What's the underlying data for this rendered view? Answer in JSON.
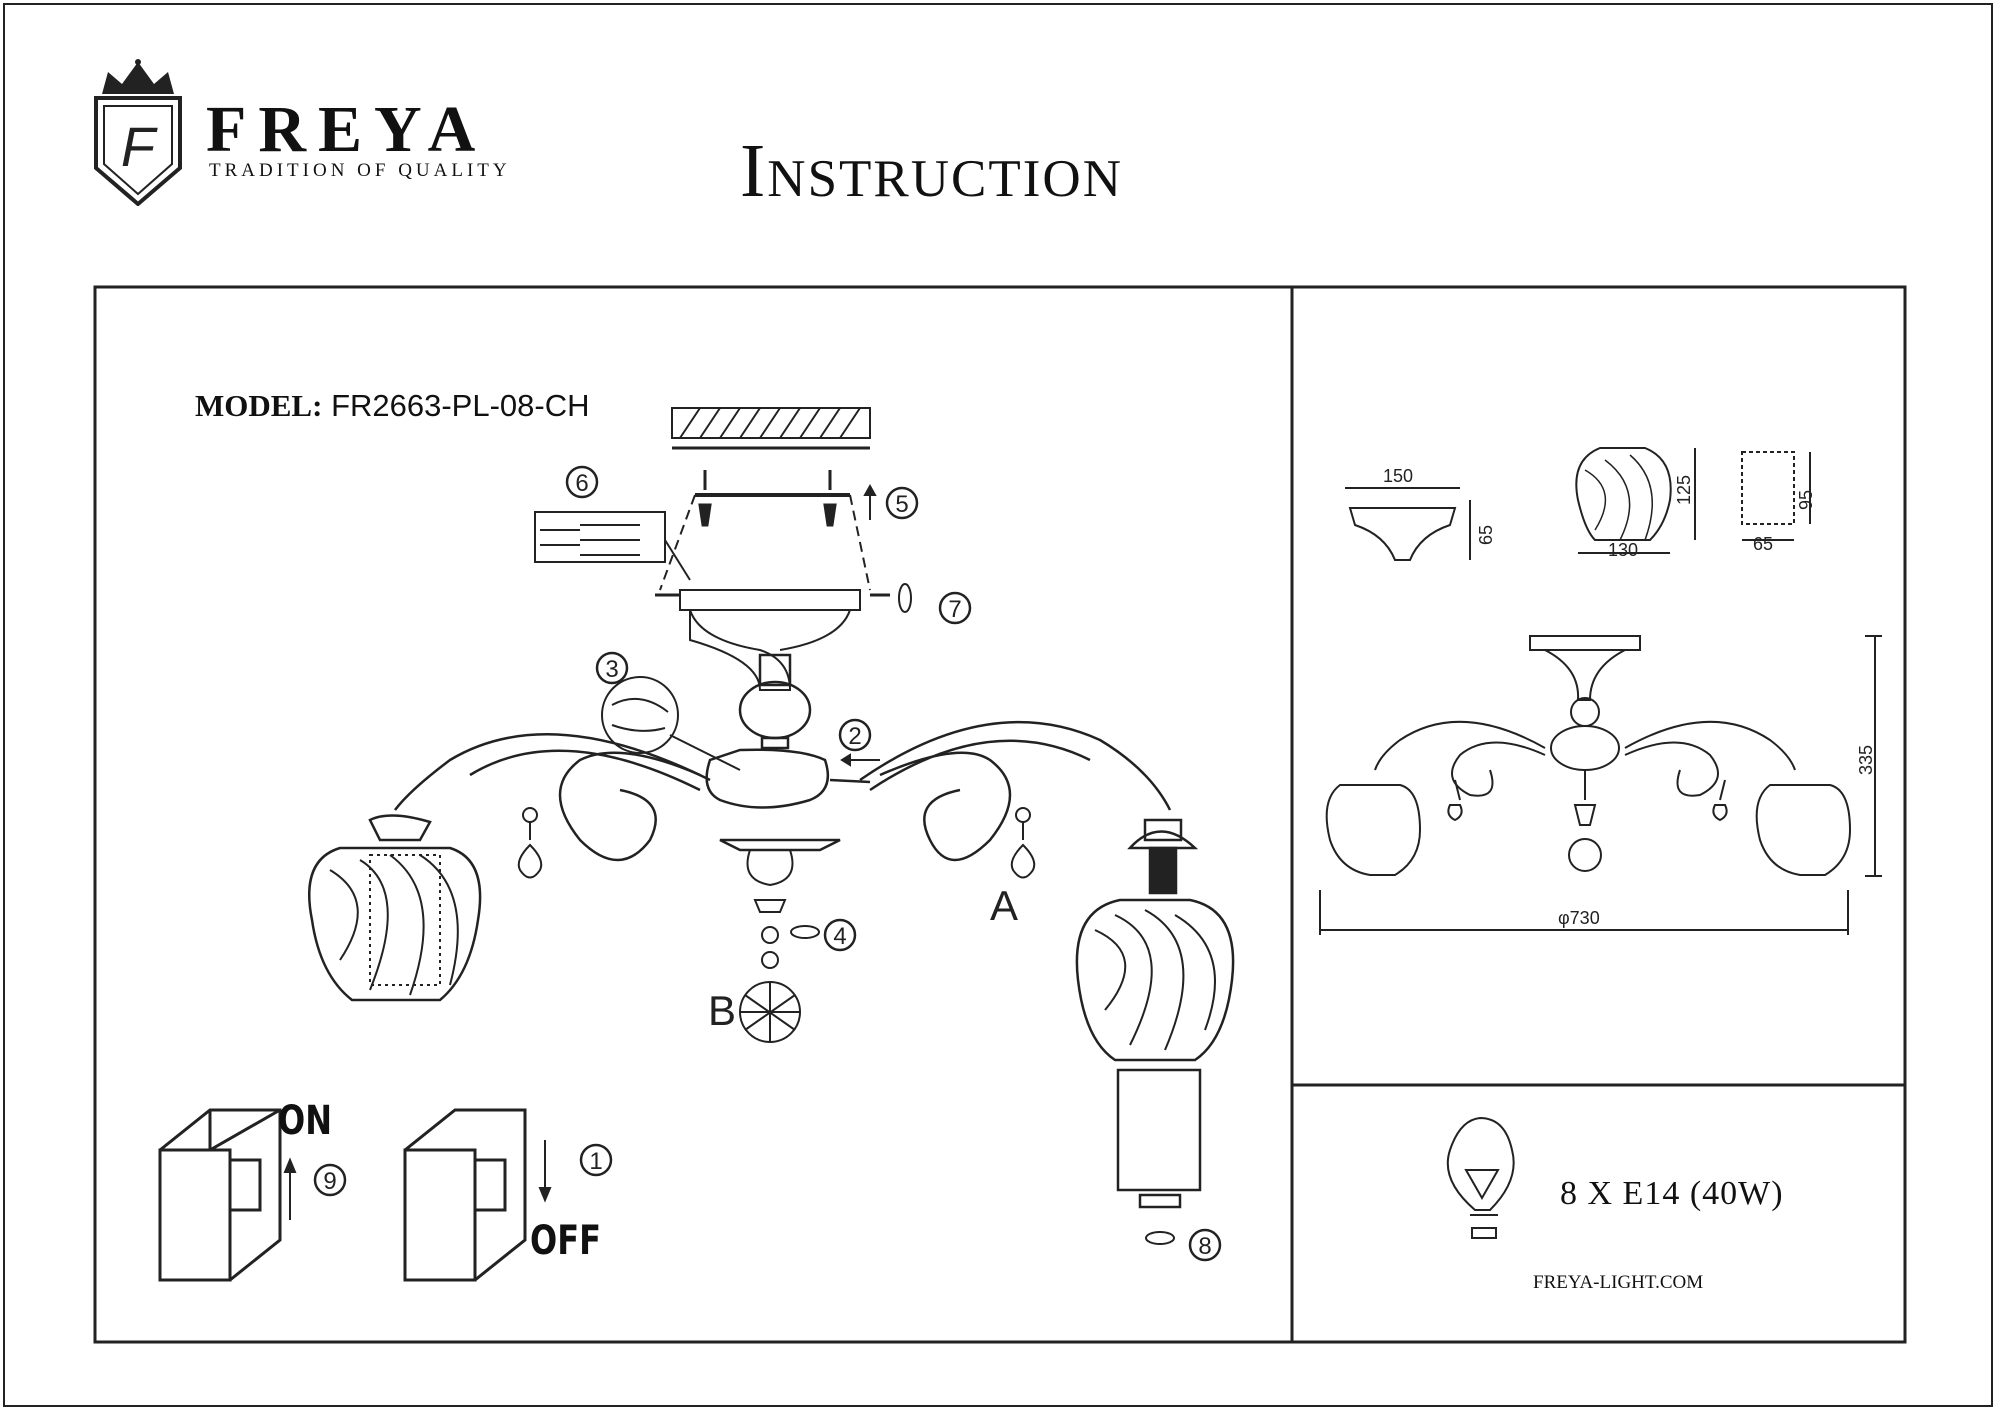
{
  "header": {
    "brand_name": "FREYA",
    "brand_tagline": "TRADITION OF QUALITY",
    "logo_monogram": "F",
    "title": "Instruction"
  },
  "model": {
    "label": "MODEL:",
    "value": "FR2663-PL-08-CH"
  },
  "steps": [
    "1",
    "2",
    "3",
    "4",
    "5",
    "6",
    "7",
    "8",
    "9"
  ],
  "part_labels": {
    "a": "A",
    "b": "B"
  },
  "switches": {
    "on_label": "ON",
    "off_label": "OFF"
  },
  "dimensions": {
    "canopy_width": "150",
    "canopy_height": "65",
    "shade_height": "125",
    "shade_width": "130",
    "cylinder_height": "95",
    "cylinder_width": "65",
    "total_height": "335",
    "diameter": "φ730"
  },
  "bulb": {
    "spec": "8 X E14 (40W)",
    "icon": "light-bulb-icon"
  },
  "footer": {
    "website": "FREYA-LIGHT.COM"
  }
}
